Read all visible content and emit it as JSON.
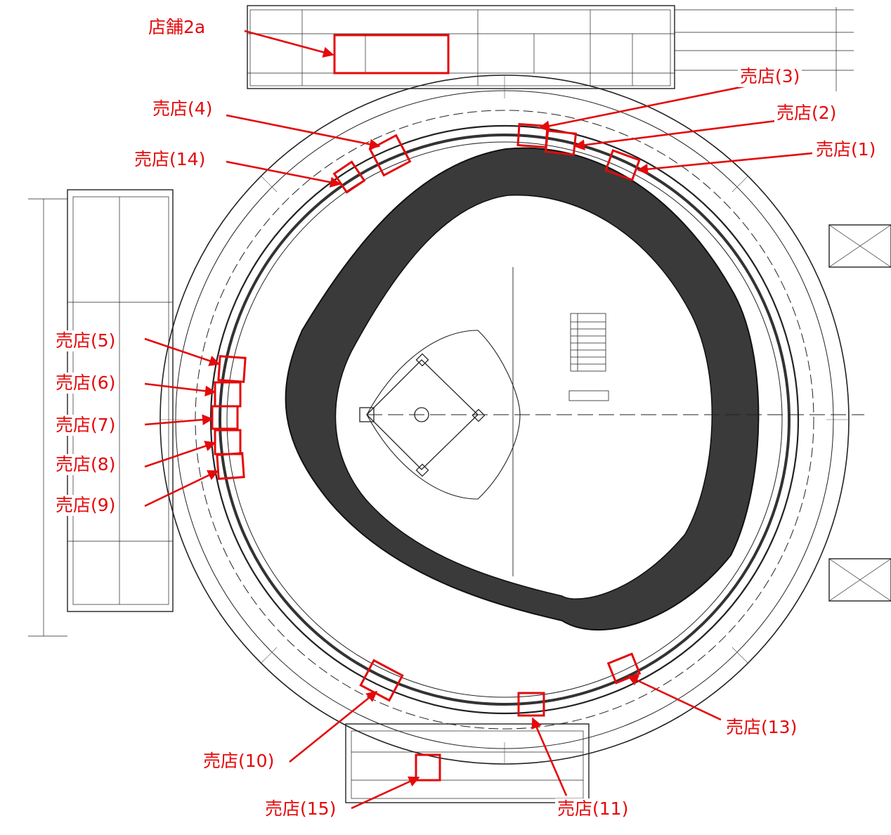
{
  "map": {
    "highlight_color": "#e4090b",
    "line_color": "#222222",
    "labels": {
      "s2a": "店舗2a",
      "k1": "売店(1)",
      "k2": "売店(2)",
      "k3": "売店(3)",
      "k4": "売店(4)",
      "k5": "売店(5)",
      "k6": "売店(6)",
      "k7": "売店(7)",
      "k8": "売店(8)",
      "k9": "売店(9)",
      "k10": "売店(10)",
      "k11": "売店(11)",
      "k13": "売店(13)",
      "k14": "売店(14)",
      "k15": "売店(15)"
    }
  }
}
